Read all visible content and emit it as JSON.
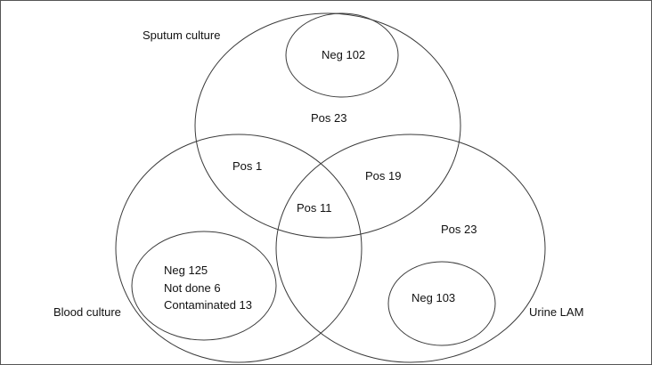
{
  "sets": {
    "sputum": {
      "label": "Sputum culture",
      "positive_only": "Pos 23",
      "negative": "Neg 102"
    },
    "blood": {
      "label": "Blood culture",
      "negative_lines": [
        "Neg 125",
        "Not done 6",
        "Contaminated 13"
      ]
    },
    "urine": {
      "label": "Urine LAM",
      "positive_only": "Pos 23",
      "negative": "Neg 103"
    }
  },
  "intersections": {
    "sputum_blood": "Pos 1",
    "sputum_urine": "Pos 19",
    "all_three": "Pos 11"
  }
}
